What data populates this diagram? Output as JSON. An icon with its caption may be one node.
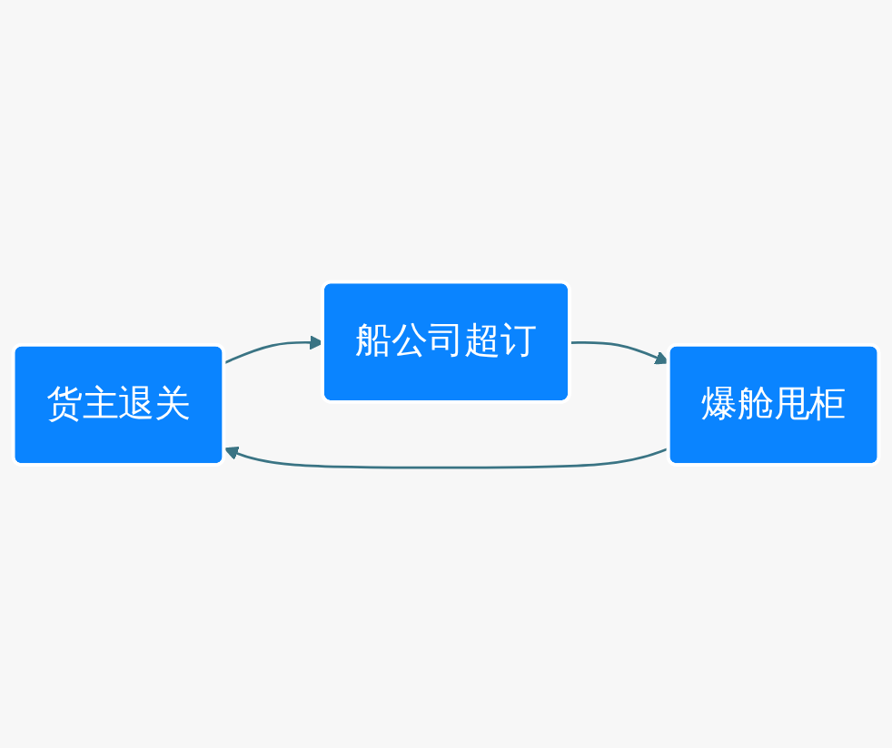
{
  "diagram": {
    "nodes": [
      {
        "text": [
          "货主退关"
        ]
      },
      {
        "text": [
          "船公司超订"
        ]
      },
      {
        "text": [
          "爆舱甩柜"
        ]
      }
    ],
    "edges": [
      {
        "from": 0,
        "to": 1,
        "arrow": "to"
      },
      {
        "from": 1,
        "to": 2,
        "arrow": "to"
      },
      {
        "from": 2,
        "to": 0,
        "arrow": "to"
      }
    ]
  }
}
